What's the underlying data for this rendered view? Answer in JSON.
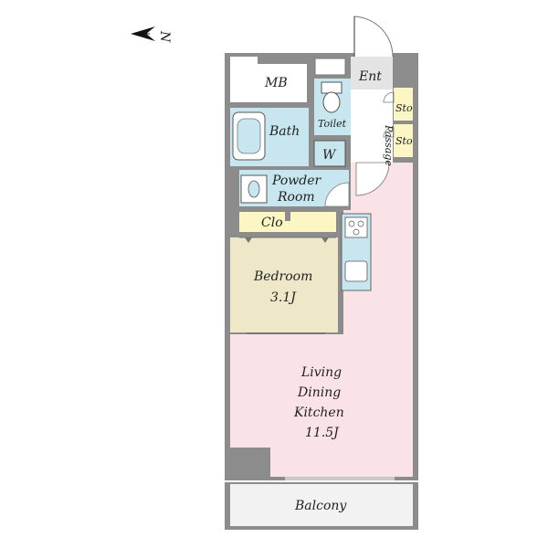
{
  "compass": {
    "label": "N"
  },
  "rooms": {
    "mb": "MB",
    "ent": "Ent",
    "toilet": "Toilet",
    "passage": "Passage",
    "sto1": "Sto",
    "sto2": "Sto",
    "bath": "Bath",
    "w": "W",
    "powder_line1": "Powder",
    "powder_line2": "Room",
    "clo": "Clo",
    "bedroom_line1": "Bedroom",
    "bedroom_line2": "3.1J",
    "ldk_line1": "Living",
    "ldk_line2": "Dining",
    "ldk_line3": "Kitchen",
    "ldk_line4": "11.5J",
    "balcony": "Balcony"
  },
  "colors": {
    "wall": "#8c8c8c",
    "wet_area": "#c8e6ef",
    "bedroom": "#efe8c8",
    "ldk": "#fae3e6",
    "closet": "#fbf6c4",
    "balcony": "#f2f2f2",
    "entrance": "#e4e4e4"
  }
}
